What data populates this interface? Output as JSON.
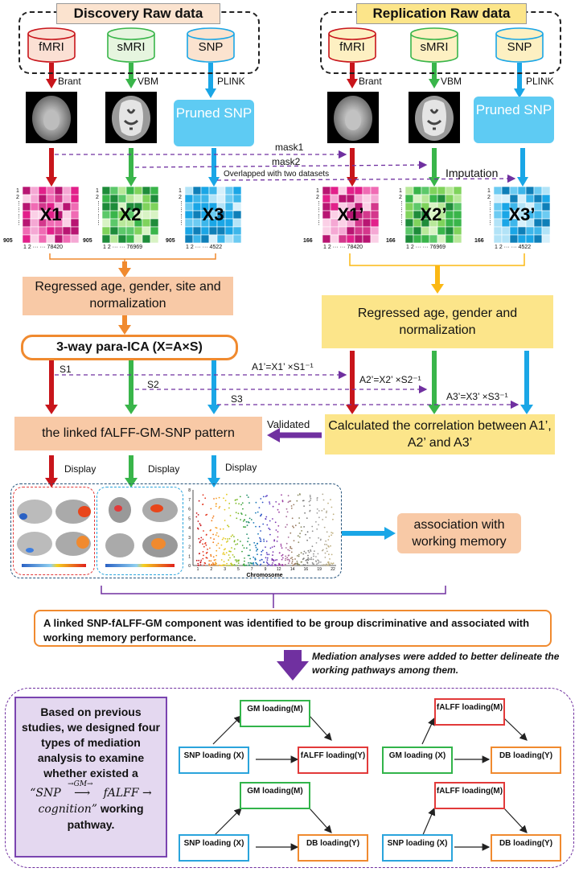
{
  "discovery": {
    "title": "Discovery Raw data",
    "sources": [
      "fMRI",
      "sMRI",
      "SNP"
    ],
    "tools": [
      "Brant",
      "VBM",
      "PLINK"
    ],
    "pruned": "Pruned SNP",
    "matrices": [
      {
        "label": "X1",
        "rows": "905",
        "cols_end": "78420"
      },
      {
        "label": "X2",
        "rows": "905",
        "cols_end": "76969"
      },
      {
        "label": "X3",
        "rows": "905",
        "cols_end": "4522"
      }
    ]
  },
  "replication": {
    "title": "Replication Raw data",
    "sources": [
      "fMRI",
      "sMRI",
      "SNP"
    ],
    "tools": [
      "Brant",
      "VBM",
      "PLINK"
    ],
    "pruned": "Pruned SNP",
    "matrices": [
      {
        "label": "X1’",
        "rows": "166",
        "cols_end": "78420"
      },
      {
        "label": "X2’",
        "rows": "166",
        "cols_end": "76969"
      },
      {
        "label": "X3’",
        "rows": "166",
        "cols_end": "4522"
      }
    ]
  },
  "links": {
    "mask1": "mask1",
    "mask2": "mask2",
    "overlap": "Overlapped  with  two datasets",
    "imputation": "Imputation"
  },
  "regress_left": "Regressed age, gender, site and normalization",
  "regress_right": "Regressed age, gender and normalization",
  "ica": "3-way para-ICA  (X=A×S)",
  "sources_s": [
    "S1",
    "S2",
    "S3"
  ],
  "formulas": [
    "A1’=X1’ ×S1⁻¹",
    "A2’=X2’ ×S2⁻¹",
    "A3’=X3’ ×S3⁻¹"
  ],
  "pattern": "the linked fALFF-GM-SNP pattern",
  "validated": "Validated",
  "correlation": "Calculated the correlation between A1’, A2’ and A3’",
  "display": "Display",
  "manhattan": {
    "xlabel": "Chromosome",
    "yticks": [
      "0",
      "1",
      "2",
      "3",
      "4",
      "5",
      "6",
      "7",
      "8"
    ],
    "xticks": [
      "1",
      "2",
      "3",
      "5",
      "7",
      "9",
      "12",
      "14",
      "16",
      "19",
      "22"
    ]
  },
  "association": "association with working memory",
  "summary": "A linked SNP-fALFF-GM component was identified to be group discriminative and associated with working memory performance.",
  "note": "Mediation analyses were added to better delineate the working pathways among them.",
  "left_text": "Based on previous studies, we designed four types of mediation analysis to examine whether existed a",
  "formula_line1": "“SNP",
  "formula_over": "→GM→",
  "formula_line1b": "fALFF →",
  "formula_line2": "cognition”",
  "formula_tail": "working pathway.",
  "mediation": [
    {
      "x": "SNP loading (X)",
      "m": "GM loading(M)",
      "y": "fALFF loading(Y)"
    },
    {
      "x": "GM loading (X)",
      "m": "fALFF loading(M)",
      "y": "DB loading(Y)"
    },
    {
      "x": "SNP loading (X)",
      "m": "GM loading(M)",
      "y": "DB loading(Y)"
    },
    {
      "x": "SNP loading (X)",
      "m": "fALFF loading(M)",
      "y": "DB loading(Y)"
    }
  ],
  "colors": {
    "red": "#c8151b",
    "green": "#39b54a",
    "blue": "#1aa6e6",
    "orange": "#f08a2f",
    "yellow": "#fbb814",
    "purple": "#7030a0"
  }
}
